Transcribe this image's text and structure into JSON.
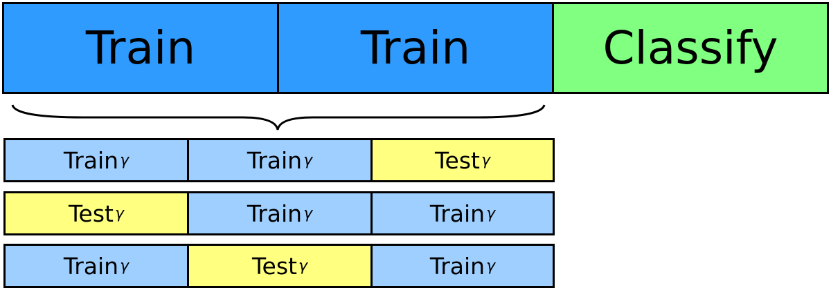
{
  "colors": {
    "train_dark": "#2f9bff",
    "classify": "#80ff80",
    "train_light": "#9fcfff",
    "test": "#ffff80",
    "border": "#000000"
  },
  "top_row": [
    {
      "label": "Train",
      "kind": "train_dark"
    },
    {
      "label": "Train",
      "kind": "train_dark"
    },
    {
      "label": "Classify",
      "kind": "classify"
    }
  ],
  "folds": [
    [
      {
        "label": "Train",
        "sub": "γ",
        "kind": "train_light"
      },
      {
        "label": "Train",
        "sub": "γ",
        "kind": "train_light"
      },
      {
        "label": "Test",
        "sub": "γ",
        "kind": "test"
      }
    ],
    [
      {
        "label": "Test",
        "sub": "γ",
        "kind": "test"
      },
      {
        "label": "Train",
        "sub": "γ",
        "kind": "train_light"
      },
      {
        "label": "Train",
        "sub": "γ",
        "kind": "train_light"
      }
    ],
    [
      {
        "label": "Train",
        "sub": "γ",
        "kind": "train_light"
      },
      {
        "label": "Test",
        "sub": "γ",
        "kind": "test"
      },
      {
        "label": "Train",
        "sub": "γ",
        "kind": "train_light"
      }
    ]
  ]
}
